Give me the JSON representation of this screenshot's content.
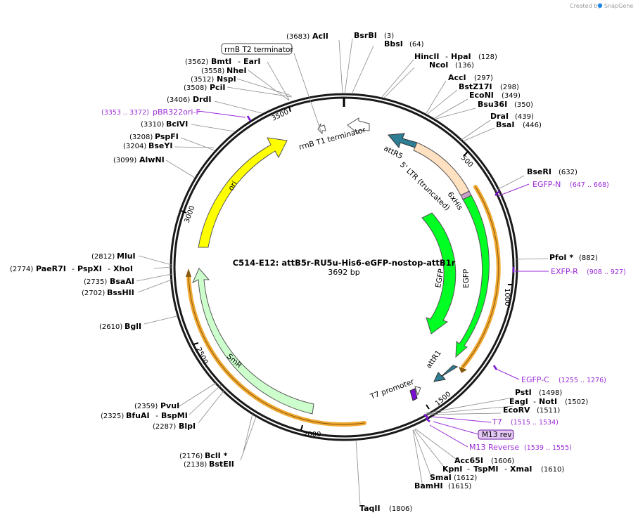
{
  "credit": {
    "created": "Created by",
    "brand": "SnapGene"
  },
  "plasmid": {
    "name": "C514-E12: attB5r-RU5u-His6-eGFP-nostop-attB1r",
    "size": "3692 bp"
  },
  "colors": {
    "backbone": "#1a1a1a",
    "primer": "#9a2bd6",
    "ori": "#ffff00",
    "egfp": "#00ff22",
    "smr": "#ccffcc",
    "attr": "#2e7f96",
    "ltr": "#ffe0c0",
    "orange": "#f0a830",
    "his": "#c8a0c8",
    "t7prom": "#7a0fd4"
  },
  "ticks": [
    "500",
    "1000",
    "1500",
    "2000",
    "2500",
    "3000",
    "3500"
  ],
  "sites": [
    {
      "n": "AclI",
      "p": "(3683)"
    },
    {
      "n": "BsrBI",
      "p": "(3)"
    },
    {
      "n": "BbsI",
      "p": "(64)"
    },
    {
      "n": "HincII",
      "n2": "HpaI",
      "p": "(128)"
    },
    {
      "n": "NcoI",
      "p": "(136)"
    },
    {
      "n": "AccI",
      "p": "(297)"
    },
    {
      "n": "BstZ17I",
      "p": "(298)"
    },
    {
      "n": "EcoNI",
      "p": "(349)"
    },
    {
      "n": "Bsu36I",
      "p": "(350)"
    },
    {
      "n": "DraI",
      "p": "(439)"
    },
    {
      "n": "BsaI",
      "p": "(446)"
    },
    {
      "n": "BseRI",
      "p": "(632)"
    },
    {
      "n": "PfoI *",
      "p": "(882)"
    },
    {
      "n": "PstI",
      "p": "(1498)"
    },
    {
      "n": "EagI",
      "n2": "NotI",
      "p": "(1502)"
    },
    {
      "n": "EcoRV",
      "p": "(1511)"
    },
    {
      "n": "Acc65I",
      "p": "(1606)"
    },
    {
      "n": "KpnI",
      "n2": "TspMI",
      "n3": "XmaI",
      "p": "(1610)"
    },
    {
      "n": "SmaI",
      "p": "(1612)"
    },
    {
      "n": "BamHI",
      "p": "(1615)"
    },
    {
      "n": "TaqII",
      "p": "(1806)"
    },
    {
      "n": "BclI *",
      "p": "(2176)"
    },
    {
      "n": "BstEII",
      "p": "(2138)"
    },
    {
      "n": "PvuI",
      "p": "(2359)"
    },
    {
      "n": "BfuAI",
      "n2": "BspMI",
      "p": "(2325)"
    },
    {
      "n": "BlpI",
      "p": "(2287)"
    },
    {
      "n": "BglI",
      "p": "(2610)"
    },
    {
      "n": "MluI",
      "p": "(2812)"
    },
    {
      "n": "PaeR7I",
      "n2": "PspXI",
      "n3": "XhoI",
      "p": "(2774)"
    },
    {
      "n": "BsaAI",
      "p": "(2735)"
    },
    {
      "n": "BssHII",
      "p": "(2702)"
    },
    {
      "n": "AlwNI",
      "p": "(3099)"
    },
    {
      "n": "PspFI",
      "p": "(3208)"
    },
    {
      "n": "BseYI",
      "p": "(3204)"
    },
    {
      "n": "BciVI",
      "p": "(3310)"
    },
    {
      "n": "DrdI",
      "p": "(3406)"
    },
    {
      "n": "BmtI",
      "n2": "EarI",
      "p": "(3562)"
    },
    {
      "n": "NheI",
      "p": "(3558)"
    },
    {
      "n": "NspI",
      "p": "(3512)"
    },
    {
      "n": "PciI",
      "p": "(3508)"
    }
  ],
  "primers": [
    {
      "n": "EGFP-N",
      "p": "(647 .. 668)"
    },
    {
      "n": "EXFP-R",
      "p": "(908 .. 927)"
    },
    {
      "n": "EGFP-C",
      "p": "(1255 .. 1276)"
    },
    {
      "n": "T7",
      "p": "(1515 .. 1534)"
    },
    {
      "n": "M13 rev",
      "p": ""
    },
    {
      "n": "M13 Reverse",
      "p": "(1539 .. 1555)"
    },
    {
      "n": "pBR322ori-F",
      "p": "(3353 .. 3372)"
    }
  ],
  "features": {
    "rrnb_t2": "rrnB T2 terminator",
    "rrnb_t1": "rrnB T1 terminator",
    "attr5": "attR5",
    "ltr": "5' LTR (truncated)",
    "his": "6xHis",
    "egfp_outer": "EGFP",
    "egfp_inner": "EGFP",
    "attr1": "attR1",
    "t7": "T7 promoter",
    "smr": "SmR",
    "ori": "ori"
  }
}
